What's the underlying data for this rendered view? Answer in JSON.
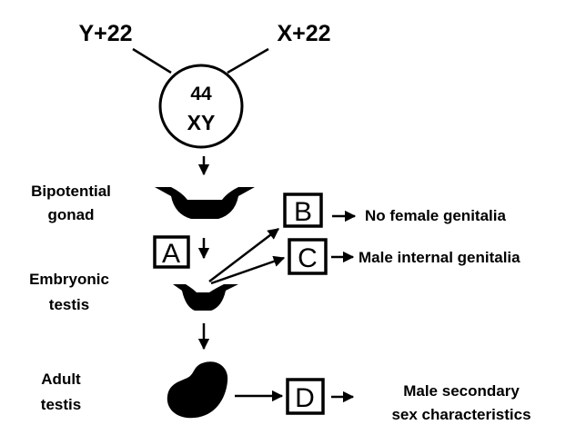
{
  "parents": {
    "left": "Y+22",
    "right": "X+22"
  },
  "zygote": {
    "line1": "44",
    "line2": "XY"
  },
  "stages": {
    "bipotential_line1": "Bipotential",
    "bipotential_line2": "gonad",
    "embryonic_line1": "Embryonic",
    "embryonic_line2": "testis",
    "adult_line1": "Adult",
    "adult_line2": "testis"
  },
  "boxes": {
    "a": "A",
    "b": "B",
    "c": "C",
    "d": "D"
  },
  "outcomes": {
    "b": "No female genitalia",
    "c": "Male internal genitalia",
    "d_line1": "Male secondary",
    "d_line2": "sex characteristics"
  }
}
